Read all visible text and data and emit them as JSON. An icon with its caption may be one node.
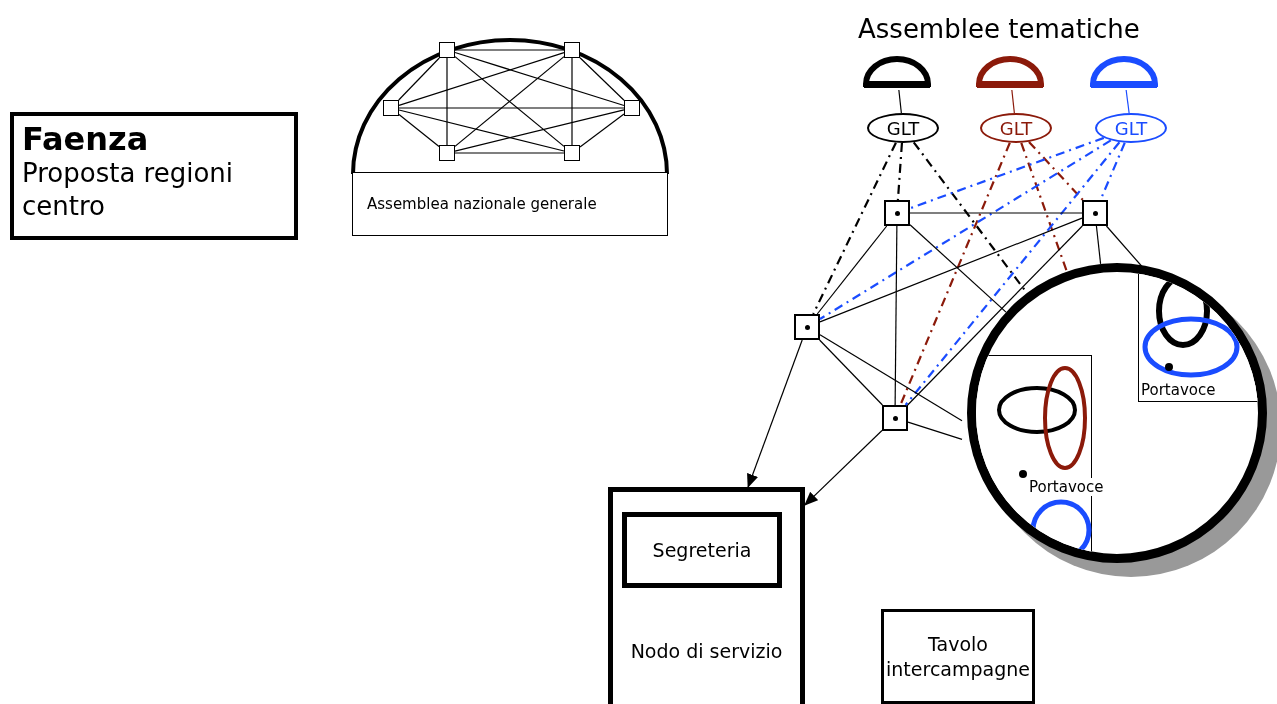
{
  "diagram": {
    "nodes": [
      {
        "text": [
          "Faenza",
          "Proposta regioni centro"
        ]
      },
      {
        "text": [
          "Assemblea nazionale generale"
        ]
      },
      {
        "text": [],
        "shape": "box",
        "in": 1
      },
      {
        "text": [],
        "shape": "box",
        "in": 1
      },
      {
        "text": [],
        "shape": "box",
        "in": 1
      },
      {
        "text": [],
        "shape": "box",
        "in": 1
      },
      {
        "text": [],
        "shape": "box",
        "in": 1
      },
      {
        "text": [],
        "shape": "box",
        "in": 1
      },
      {
        "text": [],
        "shape": "semicircle"
      },
      {
        "text": [],
        "shape": "semicircle"
      },
      {
        "text": [],
        "shape": "semicircle"
      },
      {
        "text": [
          "GLT"
        ]
      },
      {
        "text": [
          "GLT"
        ]
      },
      {
        "text": [
          "GLT"
        ]
      },
      {
        "text": [],
        "shape": "box"
      },
      {
        "text": [],
        "shape": "box"
      },
      {
        "text": [],
        "shape": "box"
      },
      {
        "text": [],
        "shape": "box"
      },
      {
        "text": [],
        "shape": "circle"
      },
      {
        "text": [
          "Portavoce"
        ],
        "in": 18
      },
      {
        "text": [
          "Portavoce"
        ],
        "in": 18
      },
      {
        "text": [
          "Nodo di servizio"
        ]
      },
      {
        "text": [
          "Segreteria"
        ],
        "in": 21
      },
      {
        "text": [
          "Tavolo intercampagne"
        ]
      }
    ],
    "edges": [
      {
        "from": 2,
        "to": 3,
        "arrow": "none"
      },
      {
        "from": 2,
        "to": 4,
        "arrow": "none"
      },
      {
        "from": 2,
        "to": 5,
        "arrow": "none"
      },
      {
        "from": 2,
        "to": 6,
        "arrow": "none"
      },
      {
        "from": 2,
        "to": 7,
        "arrow": "none"
      },
      {
        "from": 3,
        "to": 4,
        "arrow": "none"
      },
      {
        "from": 3,
        "to": 5,
        "arrow": "none"
      },
      {
        "from": 3,
        "to": 6,
        "arrow": "none"
      },
      {
        "from": 3,
        "to": 7,
        "arrow": "none"
      },
      {
        "from": 4,
        "to": 5,
        "arrow": "none"
      },
      {
        "from": 4,
        "to": 6,
        "arrow": "none"
      },
      {
        "from": 4,
        "to": 7,
        "arrow": "none"
      },
      {
        "from": 5,
        "to": 6,
        "arrow": "none"
      },
      {
        "from": 5,
        "to": 7,
        "arrow": "none"
      },
      {
        "from": 6,
        "to": 7,
        "arrow": "none"
      },
      {
        "from": 8,
        "to": 11,
        "arrow": "none"
      },
      {
        "from": 9,
        "to": 12,
        "arrow": "none",
        "color": "#8b1a0a"
      },
      {
        "from": 10,
        "to": 13,
        "arrow": "none",
        "color": "#1a4cff"
      },
      {
        "from": 11,
        "to": 14,
        "arrow": "none",
        "style": "dashed"
      },
      {
        "from": 11,
        "to": 16,
        "arrow": "none",
        "style": "dashed"
      },
      {
        "from": 11,
        "to": 18,
        "arrow": "none",
        "style": "dashed"
      },
      {
        "from": 12,
        "to": 15,
        "arrow": "none",
        "style": "dashed",
        "color": "#8b1a0a"
      },
      {
        "from": 12,
        "to": 17,
        "arrow": "none",
        "style": "dashed",
        "color": "#8b1a0a"
      },
      {
        "from": 12,
        "to": 18,
        "arrow": "none",
        "style": "dashed",
        "color": "#8b1a0a"
      },
      {
        "from": 13,
        "to": 14,
        "arrow": "none",
        "style": "dashed",
        "color": "#1a4cff"
      },
      {
        "from": 13,
        "to": 15,
        "arrow": "none",
        "style": "dashed",
        "color": "#1a4cff"
      },
      {
        "from": 13,
        "to": 16,
        "arrow": "none",
        "style": "dashed",
        "color": "#1a4cff"
      },
      {
        "from": 13,
        "to": 17,
        "arrow": "none",
        "style": "dashed",
        "color": "#1a4cff"
      },
      {
        "from": 14,
        "to": 15,
        "arrow": "none"
      },
      {
        "from": 14,
        "to": 16,
        "arrow": "none"
      },
      {
        "from": 14,
        "to": 17,
        "arrow": "none"
      },
      {
        "from": 15,
        "to": 16,
        "arrow": "none"
      },
      {
        "from": 15,
        "to": 17,
        "arrow": "none"
      },
      {
        "from": 16,
        "to": 17,
        "arrow": "none"
      },
      {
        "from": 14,
        "to": 18,
        "arrow": "none"
      },
      {
        "from": 15,
        "to": 18,
        "arrow": "none"
      },
      {
        "from": 15,
        "to": 19,
        "arrow": "none"
      },
      {
        "from": 16,
        "to": 20,
        "arrow": "none"
      },
      {
        "from": 17,
        "to": 20,
        "arrow": "none"
      },
      {
        "from": 16,
        "to": 21,
        "arrow": "to"
      },
      {
        "from": 17,
        "to": 21,
        "arrow": "to"
      }
    ],
    "labels": [
      "Assemblee tematiche"
    ]
  }
}
